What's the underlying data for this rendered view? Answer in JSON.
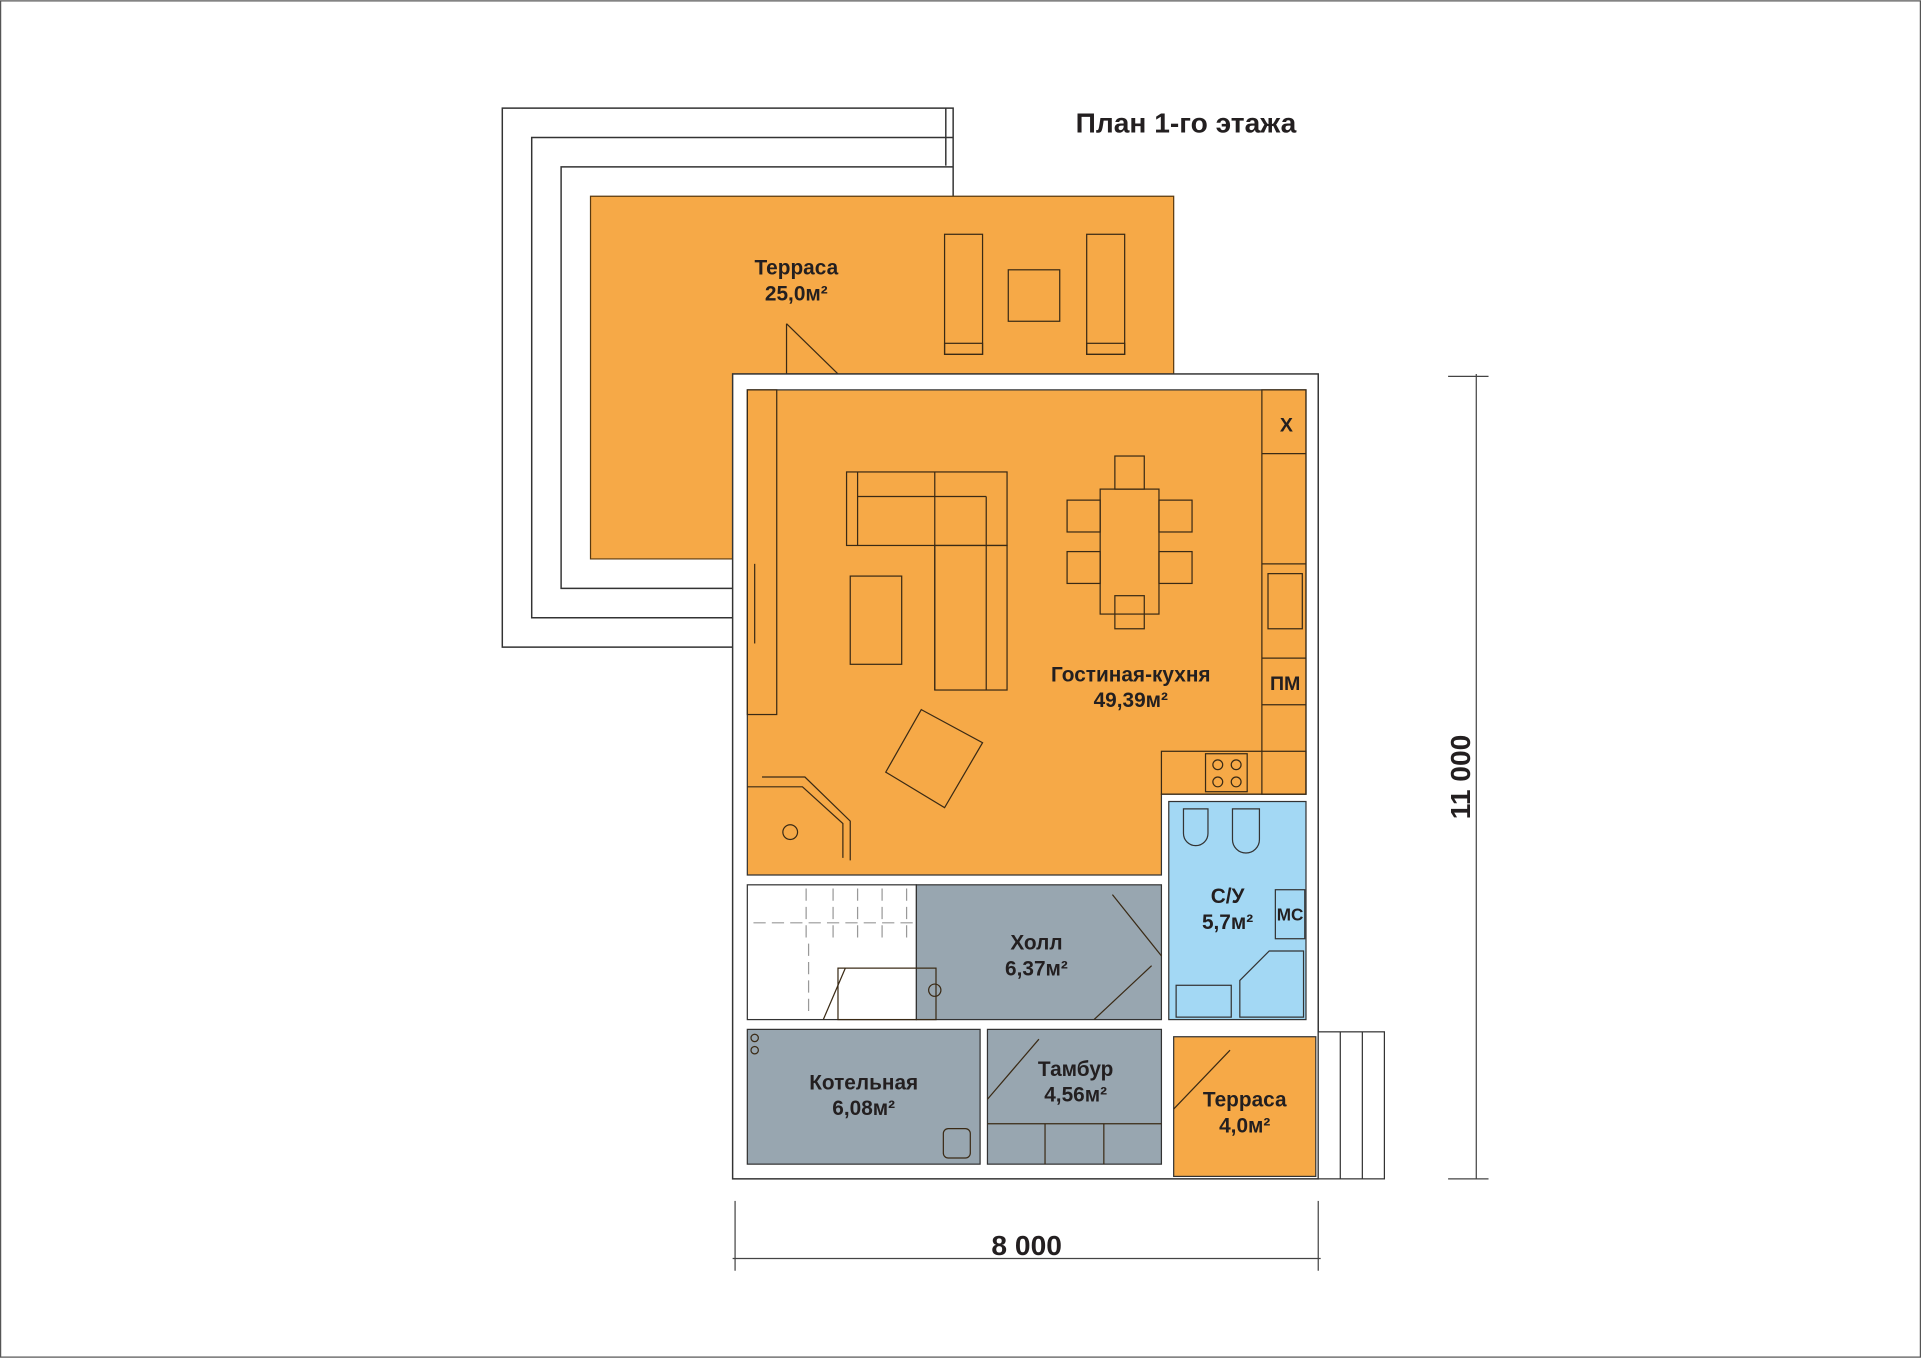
{
  "title": "План 1-го этажа",
  "rooms": [
    {
      "name": "Терраса",
      "area": "25,0м²"
    },
    {
      "name": "Гостиная-кухня",
      "area": "49,39м²"
    },
    {
      "name": "С/У",
      "area": "5,7м²"
    },
    {
      "name": "Холл",
      "area": "6,37м²"
    },
    {
      "name": "Котельная",
      "area": "6,08м²"
    },
    {
      "name": "Тамбур",
      "area": "4,56м²"
    },
    {
      "name": "Терраса",
      "area": "4,0м²"
    }
  ],
  "fixtures": {
    "fridge": "Х",
    "dishwasher": "ПМ",
    "washer": "МС"
  },
  "dimensions": {
    "width": "8 000",
    "height": "11 000"
  },
  "colors": {
    "orange": "#F6A947",
    "grey": "#98A6B0",
    "blue": "#A3D8F4"
  }
}
